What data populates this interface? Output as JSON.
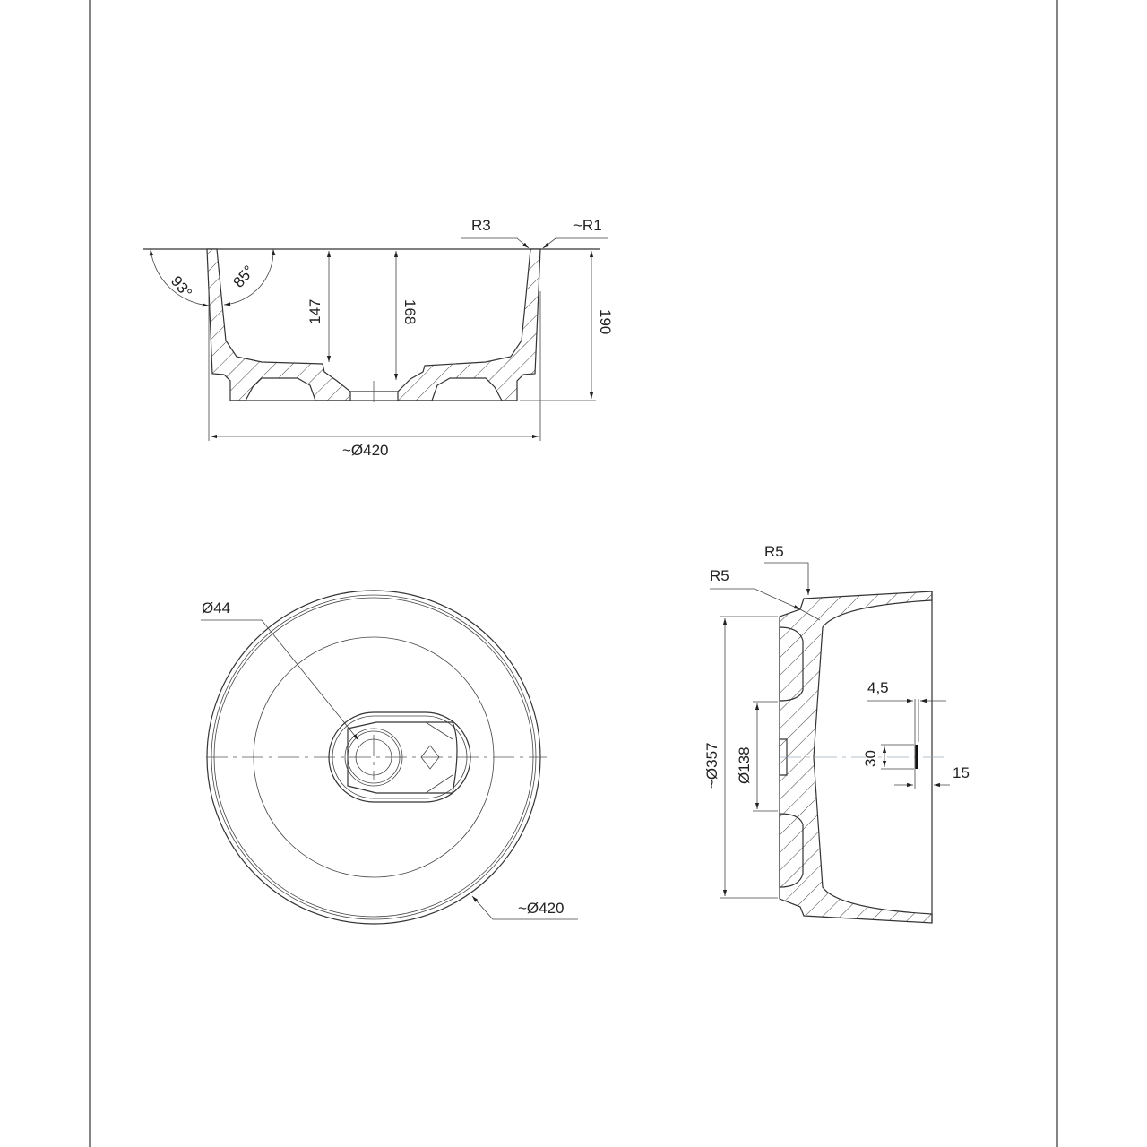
{
  "section_view": {
    "angle_outer": "93°",
    "angle_inner": "85°",
    "depth_inner": "147",
    "depth_center": "168",
    "height_total": "190",
    "radius_inner_rim": "R3",
    "radius_outer_rim": "~R1",
    "diameter": "~Ø420"
  },
  "plan_view": {
    "drain_diameter": "Ø44",
    "outer_diameter": "~Ø420"
  },
  "side_view": {
    "radius_top": "R5",
    "radius_side": "R5",
    "base_diameter": "~Ø357",
    "drain_diameter": "Ø138",
    "overflow_width": "4,5",
    "overflow_height": "30",
    "overflow_offset": "15"
  }
}
